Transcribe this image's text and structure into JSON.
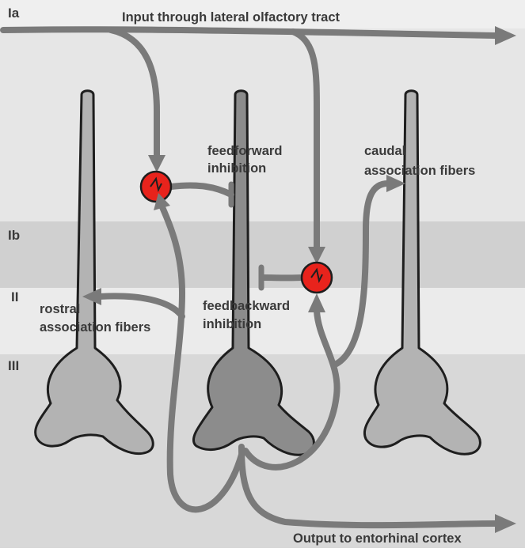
{
  "layers": {
    "la": "Ia",
    "lb": "Ib",
    "ii": "II",
    "iii": "III"
  },
  "labels": {
    "input": "Input through lateral olfactory tract",
    "output": "Output to entorhinal cortex",
    "feedforward_1": "feedforward",
    "feedforward_2": "inhibition",
    "feedbackward_1": "feedbackward",
    "feedbackward_2": "inhibition",
    "caudal_1": "caudal",
    "caudal_2": "association fibers",
    "rostral_1": "rostral",
    "rostral_2": "association fibers"
  },
  "colors": {
    "band_light": "#e9e9e9",
    "band_mid": "#dadada",
    "band_dark": "#c9c9c9",
    "fiber": "#7a7a7a",
    "neuron": "#b3b3b3",
    "neuron_dark": "#8c8c8c",
    "interneuron": "#e8231c"
  }
}
